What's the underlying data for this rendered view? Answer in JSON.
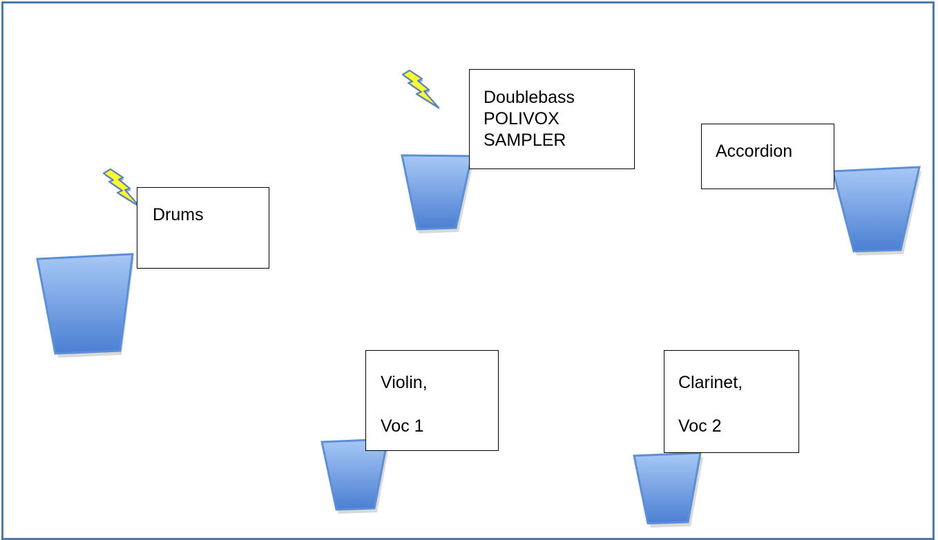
{
  "diagram": {
    "border_color": "#4f79a8",
    "speaker_fill_top": "#a8c8f5",
    "speaker_fill_bottom": "#4a7fd3",
    "bolt_fill": "#ffff2f",
    "bolt_stroke": "#5a7fbf",
    "stations": [
      {
        "label_lines": [
          "Drums"
        ],
        "speaker": "speaker-icon",
        "power": "lightning-icon"
      },
      {
        "label_lines": [
          "Doublebass",
          "POLIVOX",
          "SAMPLER"
        ],
        "speaker": "speaker-icon",
        "power": "lightning-icon"
      },
      {
        "label_lines": [
          "Accordion"
        ],
        "speaker": "speaker-icon"
      },
      {
        "label_lines": [
          "Violin,",
          "Voc 1"
        ],
        "speaker": "speaker-icon"
      },
      {
        "label_lines": [
          "Clarinet,",
          "Voc 2"
        ],
        "speaker": "speaker-icon"
      }
    ]
  }
}
